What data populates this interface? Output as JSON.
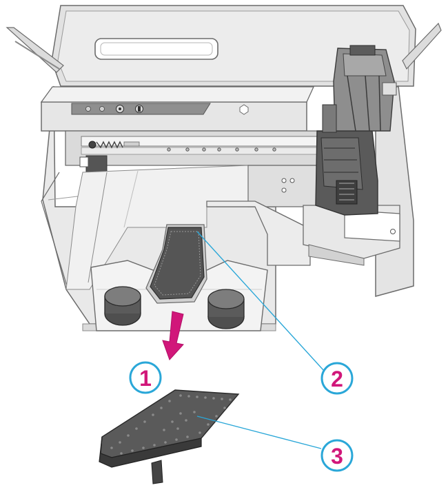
{
  "diagram": {
    "callouts": [
      {
        "number": "1",
        "target": "pull-direction-arrow"
      },
      {
        "number": "2",
        "target": "pad-on-printer-base"
      },
      {
        "number": "3",
        "target": "removed-foam-pad"
      }
    ],
    "colors": {
      "callout_ring": "#2aa7d8",
      "callout_number": "#d1177a",
      "leader_line": "#2aa7d8",
      "arrow": "#d1177a",
      "body_light": "#ebebeb",
      "body_mid": "#cfcfcf",
      "body_dark": "#9a9a9a",
      "outline": "#6b6b6b",
      "pad": "#4a4a4a"
    },
    "icons": [
      "pull-arrow-icon"
    ]
  }
}
